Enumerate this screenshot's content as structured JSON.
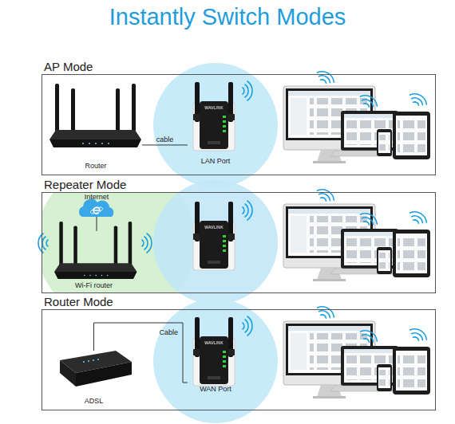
{
  "diagram": {
    "title": "Instantly Switch Modes",
    "nodes": [
      {
        "text": [
          "AP Mode"
        ]
      },
      {
        "text": [
          "Router"
        ],
        "in": 0
      },
      {
        "text": [
          "LAN Port"
        ],
        "in": 0
      },
      {
        "text": [
          "Repeater Mode"
        ]
      },
      {
        "text": [
          "Internet"
        ],
        "in": 3
      },
      {
        "text": [
          "Wi-Fi router"
        ],
        "in": 3
      },
      {
        "text": [
          "Router Mode"
        ]
      },
      {
        "text": [
          "ADSL"
        ],
        "in": 6
      },
      {
        "text": [
          "WAN Port"
        ],
        "in": 6
      }
    ],
    "edges": [
      {
        "from": 1,
        "to": 2,
        "label": "cable",
        "arrow": "none"
      },
      {
        "from": 4,
        "to": 5,
        "arrow": "none"
      },
      {
        "from": 7,
        "to": 8,
        "label": "Cable",
        "arrow": "none"
      }
    ],
    "labels": [
      "WAVLINK",
      "WAVLINK",
      "WAVLINK"
    ]
  }
}
